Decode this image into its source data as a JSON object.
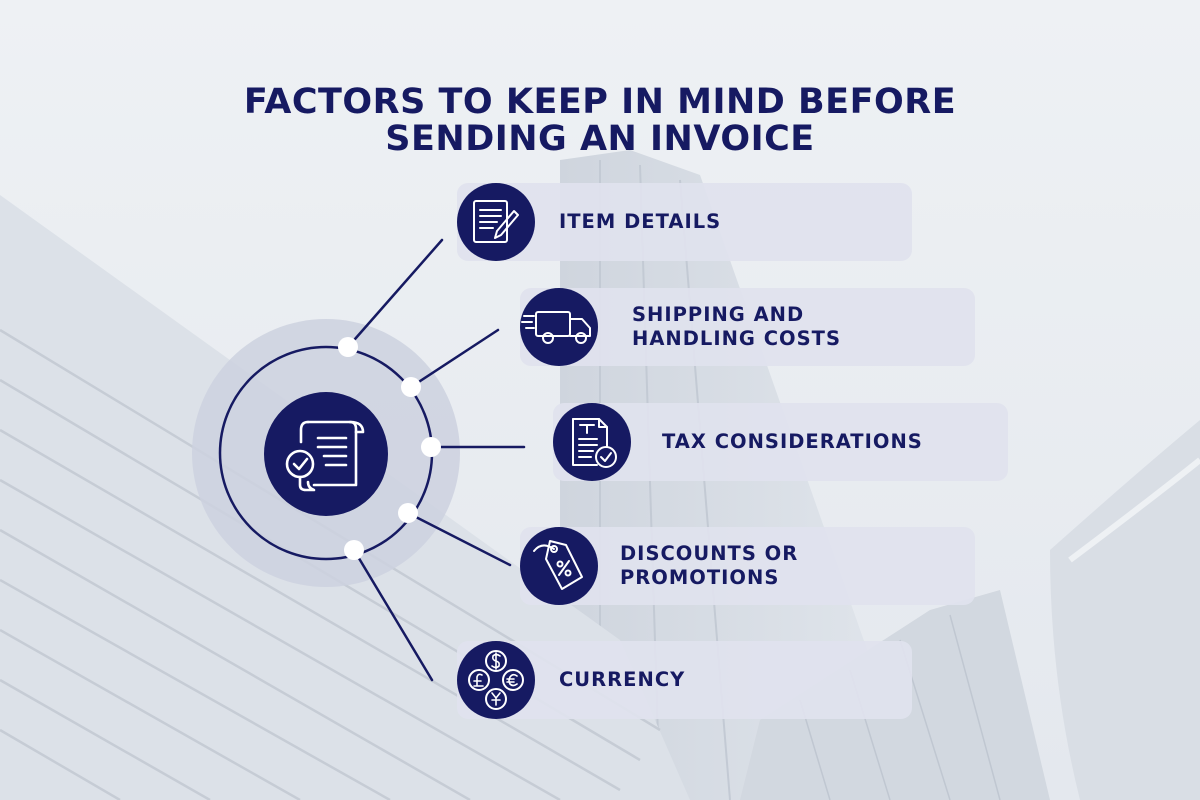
{
  "title": {
    "line1": "FACTORS TO KEEP IN MIND BEFORE",
    "line2": "SENDING AN INVOICE"
  },
  "hub": {
    "icon": "invoice-scroll-check-icon"
  },
  "factors": [
    {
      "label_lines": [
        "ITEM DETAILS"
      ],
      "icon": "document-pencil-icon"
    },
    {
      "label_lines": [
        "SHIPPING AND",
        "HANDLING COSTS"
      ],
      "icon": "delivery-truck-icon"
    },
    {
      "label_lines": [
        "TAX CONSIDERATIONS"
      ],
      "icon": "tax-document-check-icon"
    },
    {
      "label_lines": [
        "DISCOUNTS OR",
        "PROMOTIONS"
      ],
      "icon": "price-tag-icon"
    },
    {
      "label_lines": [
        "CURRENCY"
      ],
      "icon": "currency-coins-icon"
    }
  ],
  "colors": {
    "navy": "#161a62",
    "pill": "#e0e2ee",
    "node": "#ffffff"
  }
}
